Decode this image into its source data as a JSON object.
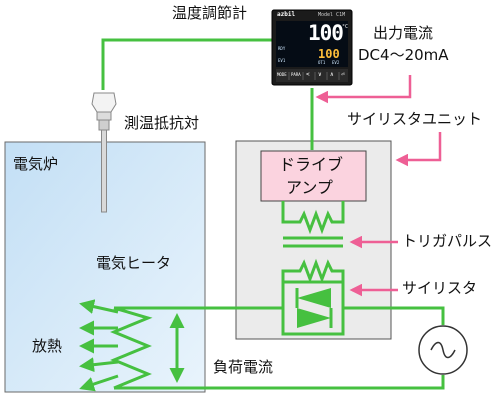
{
  "labels": {
    "temp_controller": "温度調節計",
    "output_current_line1": "出力電流",
    "output_current_line2": "DC4～20mA",
    "sensor": "測温抵抗対",
    "thyristor_unit": "サイリスタユニット",
    "furnace": "電気炉",
    "heater": "電気ヒータ",
    "drive_amp_line1": "ドライブ",
    "drive_amp_line2": "アンプ",
    "trigger_pulse": "トリガパルス",
    "thyristor": "サイリスタ",
    "heat": "放熱",
    "load_current": "負荷電流"
  },
  "controller": {
    "brand": "azbil",
    "model": "Model C1M",
    "pv": "100",
    "sv": "100",
    "unit": "°C",
    "small_left": "RDY",
    "small_left2": "EV1",
    "small_right": "OT1",
    "small_right2": "EV2",
    "buttons": [
      "MODE",
      "PARA",
      "<",
      "∨",
      "∧",
      "⏎"
    ]
  },
  "colors": {
    "wire": "#46c040",
    "arrow": "#ee5f95",
    "furnace_fill": "#cfe6f8",
    "thyristor_box": "#ebebeb",
    "drive_amp_fill": "#fbd3df",
    "controller_body": "#1b1b1b",
    "display_bg": "#050c15",
    "display_digits": "#ffffff",
    "amber": "#ffbf3a"
  }
}
